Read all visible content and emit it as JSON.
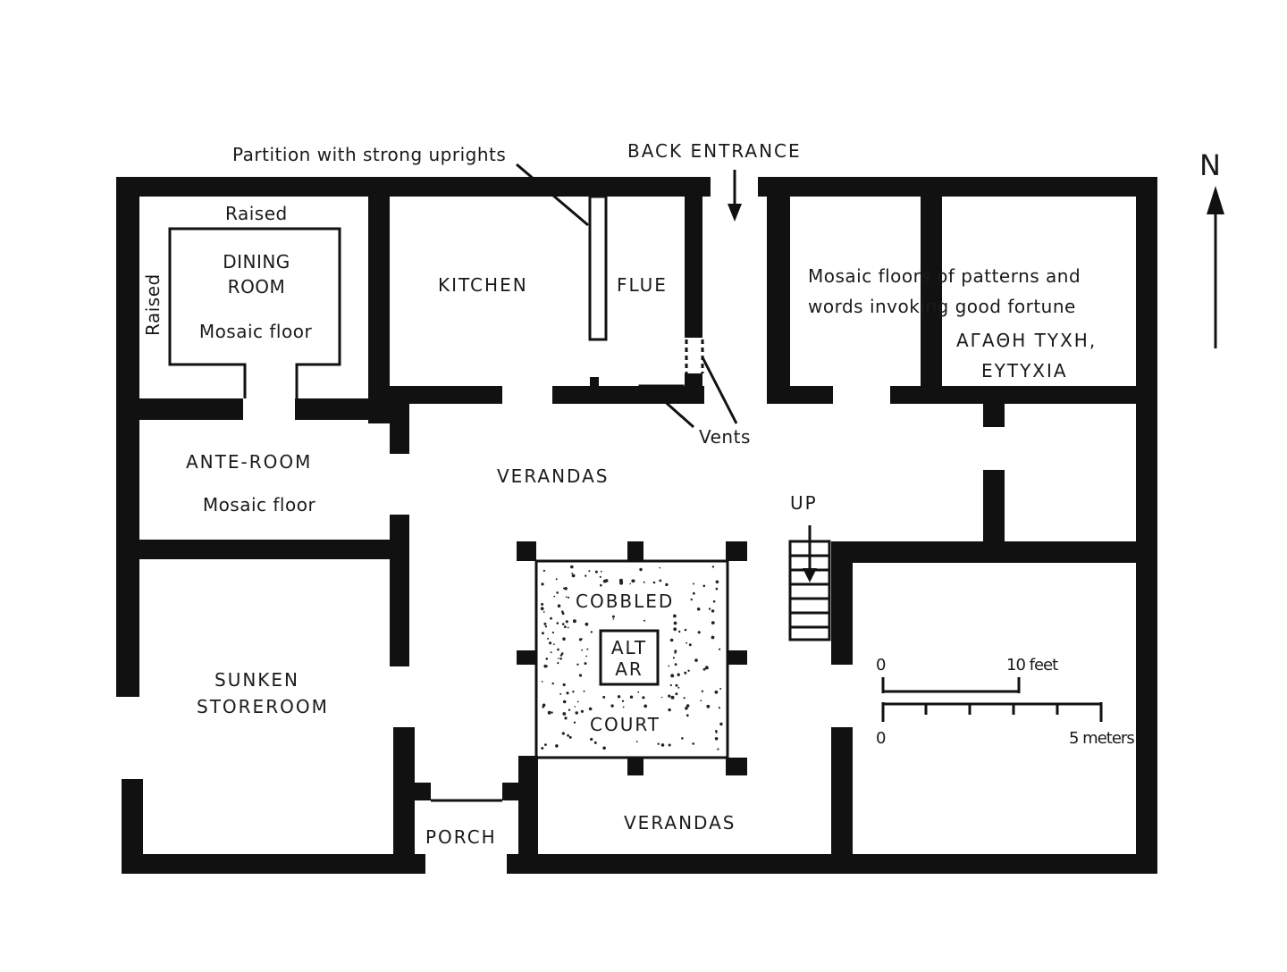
{
  "labels": {
    "partition": "Partition with strong uprights",
    "back_entrance": "BACK ENTRANCE",
    "north": "N",
    "raised_top": "Raised",
    "raised_side": "Raised",
    "dining_1": "DINING",
    "dining_2": "ROOM",
    "dining_floor": "Mosaic floor",
    "kitchen": "KITCHEN",
    "flue": "FLUE",
    "mosaic_note_1": "Mosaic floors of patterns and",
    "mosaic_note_2": "words invoking good fortune",
    "greek_1": "ΑΓΑΘΗ ΤΥΧΗ,",
    "greek_2": "ΕΥΤΥΧΙΑ",
    "vents": "Vents",
    "ante_room": "ANTE-ROOM",
    "ante_floor": "Mosaic floor",
    "verandas_top": "VERANDAS",
    "up": "UP",
    "cobbled": "COBBLED",
    "altar_1": "ALT",
    "altar_2": "AR",
    "court": "COURT",
    "sunken_1": "SUNKEN",
    "sunken_2": "STOREROOM",
    "porch": "PORCH",
    "verandas_bottom": "VERANDAS"
  },
  "scale_bar": {
    "feet_zero": "0",
    "feet_end": "10 feet",
    "meters_zero": "0",
    "meters_end": "5 meters"
  }
}
